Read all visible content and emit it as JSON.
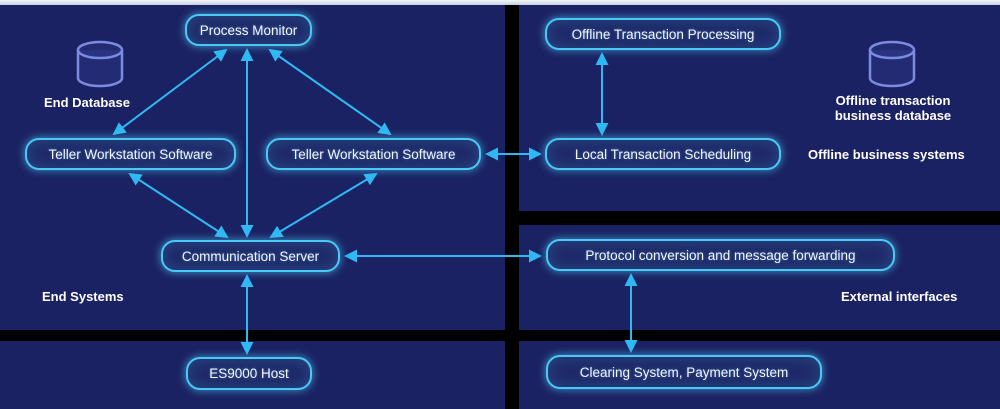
{
  "sections": {
    "end_systems": {
      "label": "End Systems"
    },
    "offline_business": {
      "label": "Offline business systems"
    },
    "external_interfaces": {
      "label": "External interfaces"
    }
  },
  "databases": {
    "end_db": {
      "label": "End Database"
    },
    "offline_db": {
      "label": "Offline transaction business database"
    }
  },
  "nodes": {
    "process_monitor": {
      "label": "Process Monitor"
    },
    "teller_left": {
      "label": "Teller Workstation Software"
    },
    "teller_right": {
      "label": "Teller Workstation Software"
    },
    "comm_server": {
      "label": "Communication Server"
    },
    "offline_txn_processing": {
      "label": "Offline Transaction Processing"
    },
    "local_txn_scheduling": {
      "label": "Local Transaction Scheduling"
    },
    "protocol_conversion": {
      "label": "Protocol conversion and message forwarding"
    },
    "es9000_host": {
      "label": "ES9000 Host"
    },
    "clearing_system": {
      "label": "Clearing System, Payment System"
    }
  },
  "colors": {
    "panel_bg": "#1b2263",
    "node_border": "#49c9f4",
    "arrow": "#2fb9f2",
    "text": "#ffffff",
    "db_outline": "#7b8be0",
    "divider": "#e8edf5"
  }
}
